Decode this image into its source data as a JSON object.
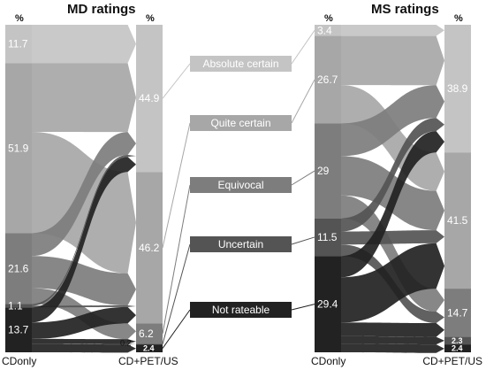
{
  "panels": [
    {
      "title": "MD ratings",
      "left_axis_label": "CDonly",
      "right_axis_label": "CD+PET/US",
      "unit_label": "%",
      "left_stack": [
        {
          "category": "Absolute certain",
          "value": 11.7,
          "label": "11.7"
        },
        {
          "category": "Quite certain",
          "value": 51.9,
          "label": "51.9"
        },
        {
          "category": "Equivocal",
          "value": 21.6,
          "label": "21.6"
        },
        {
          "category": "Uncertain",
          "value": 1.1,
          "label": "1.1"
        },
        {
          "category": "Not rateable",
          "value": 13.7,
          "label": "13.7"
        }
      ],
      "right_stack": [
        {
          "category": "Absolute certain",
          "value": 44.9,
          "label": "44.9"
        },
        {
          "category": "Quite certain",
          "value": 46.2,
          "label": "46.2"
        },
        {
          "category": "Equivocal",
          "value": 6.2,
          "label": "6.2"
        },
        {
          "category": "Uncertain",
          "value": 0.2,
          "label": "0.2"
        },
        {
          "category": "Not rateable",
          "value": 2.4,
          "label": "2.4"
        }
      ]
    },
    {
      "title": "MS ratings",
      "left_axis_label": "CDonly",
      "right_axis_label": "CD+PET/US",
      "unit_label": "%",
      "left_stack": [
        {
          "category": "Absolute certain",
          "value": 3.4,
          "label": "3.4"
        },
        {
          "category": "Quite certain",
          "value": 26.7,
          "label": "26.7"
        },
        {
          "category": "Equivocal",
          "value": 29,
          "label": "29"
        },
        {
          "category": "Uncertain",
          "value": 11.5,
          "label": "11.5"
        },
        {
          "category": "Not rateable",
          "value": 29.4,
          "label": "29.4"
        }
      ],
      "right_stack": [
        {
          "category": "Absolute certain",
          "value": 38.9,
          "label": "38.9"
        },
        {
          "category": "Quite certain",
          "value": 41.5,
          "label": "41.5"
        },
        {
          "category": "Equivocal",
          "value": 14.7,
          "label": "14.7"
        },
        {
          "category": "Uncertain",
          "value": 2.3,
          "label": "2.3"
        },
        {
          "category": "Not rateable",
          "value": 2.4,
          "label": "2.4"
        }
      ]
    }
  ],
  "legend": [
    {
      "key": "Absolute certain",
      "label": "Absolute certain",
      "color": "#c4c4c4"
    },
    {
      "key": "Quite certain",
      "label": "Quite certain",
      "color": "#a7a7a7"
    },
    {
      "key": "Equivocal",
      "label": "Equivocal",
      "color": "#7d7d7d"
    },
    {
      "key": "Uncertain",
      "label": "Uncertain",
      "color": "#545454"
    },
    {
      "key": "Not rateable",
      "label": "Not rateable",
      "color": "#222222"
    }
  ],
  "flows": {
    "MD": [
      {
        "from": "Absolute certain",
        "to": "Absolute certain",
        "value": 11.7
      },
      {
        "from": "Quite certain",
        "to": "Absolute certain",
        "value": 21
      },
      {
        "from": "Quite certain",
        "to": "Quite certain",
        "value": 30.9
      },
      {
        "from": "Equivocal",
        "to": "Absolute certain",
        "value": 7
      },
      {
        "from": "Equivocal",
        "to": "Quite certain",
        "value": 9.8
      },
      {
        "from": "Equivocal",
        "to": "Equivocal",
        "value": 4.8
      },
      {
        "from": "Uncertain",
        "to": "Absolute certain",
        "value": 0.6
      },
      {
        "from": "Uncertain",
        "to": "Quite certain",
        "value": 0.5
      },
      {
        "from": "Not rateable",
        "to": "Absolute certain",
        "value": 4.6
      },
      {
        "from": "Not rateable",
        "to": "Quite certain",
        "value": 5
      },
      {
        "from": "Not rateable",
        "to": "Equivocal",
        "value": 1.4
      },
      {
        "from": "Not rateable",
        "to": "Uncertain",
        "value": 0.2
      },
      {
        "from": "Not rateable",
        "to": "Not rateable",
        "value": 2.5
      }
    ],
    "MS": [
      {
        "from": "Absolute certain",
        "to": "Absolute certain",
        "value": 3.4
      },
      {
        "from": "Quite certain",
        "to": "Absolute certain",
        "value": 15
      },
      {
        "from": "Quite certain",
        "to": "Quite certain",
        "value": 11.7
      },
      {
        "from": "Equivocal",
        "to": "Absolute certain",
        "value": 10
      },
      {
        "from": "Equivocal",
        "to": "Quite certain",
        "value": 12
      },
      {
        "from": "Equivocal",
        "to": "Equivocal",
        "value": 7
      },
      {
        "from": "Uncertain",
        "to": "Absolute certain",
        "value": 4
      },
      {
        "from": "Uncertain",
        "to": "Quite certain",
        "value": 4
      },
      {
        "from": "Uncertain",
        "to": "Equivocal",
        "value": 3.5
      },
      {
        "from": "Not rateable",
        "to": "Absolute certain",
        "value": 6.5
      },
      {
        "from": "Not rateable",
        "to": "Quite certain",
        "value": 13.8
      },
      {
        "from": "Not rateable",
        "to": "Equivocal",
        "value": 4.2
      },
      {
        "from": "Not rateable",
        "to": "Uncertain",
        "value": 2.3
      },
      {
        "from": "Not rateable",
        "to": "Not rateable",
        "value": 2.6
      }
    ]
  }
}
